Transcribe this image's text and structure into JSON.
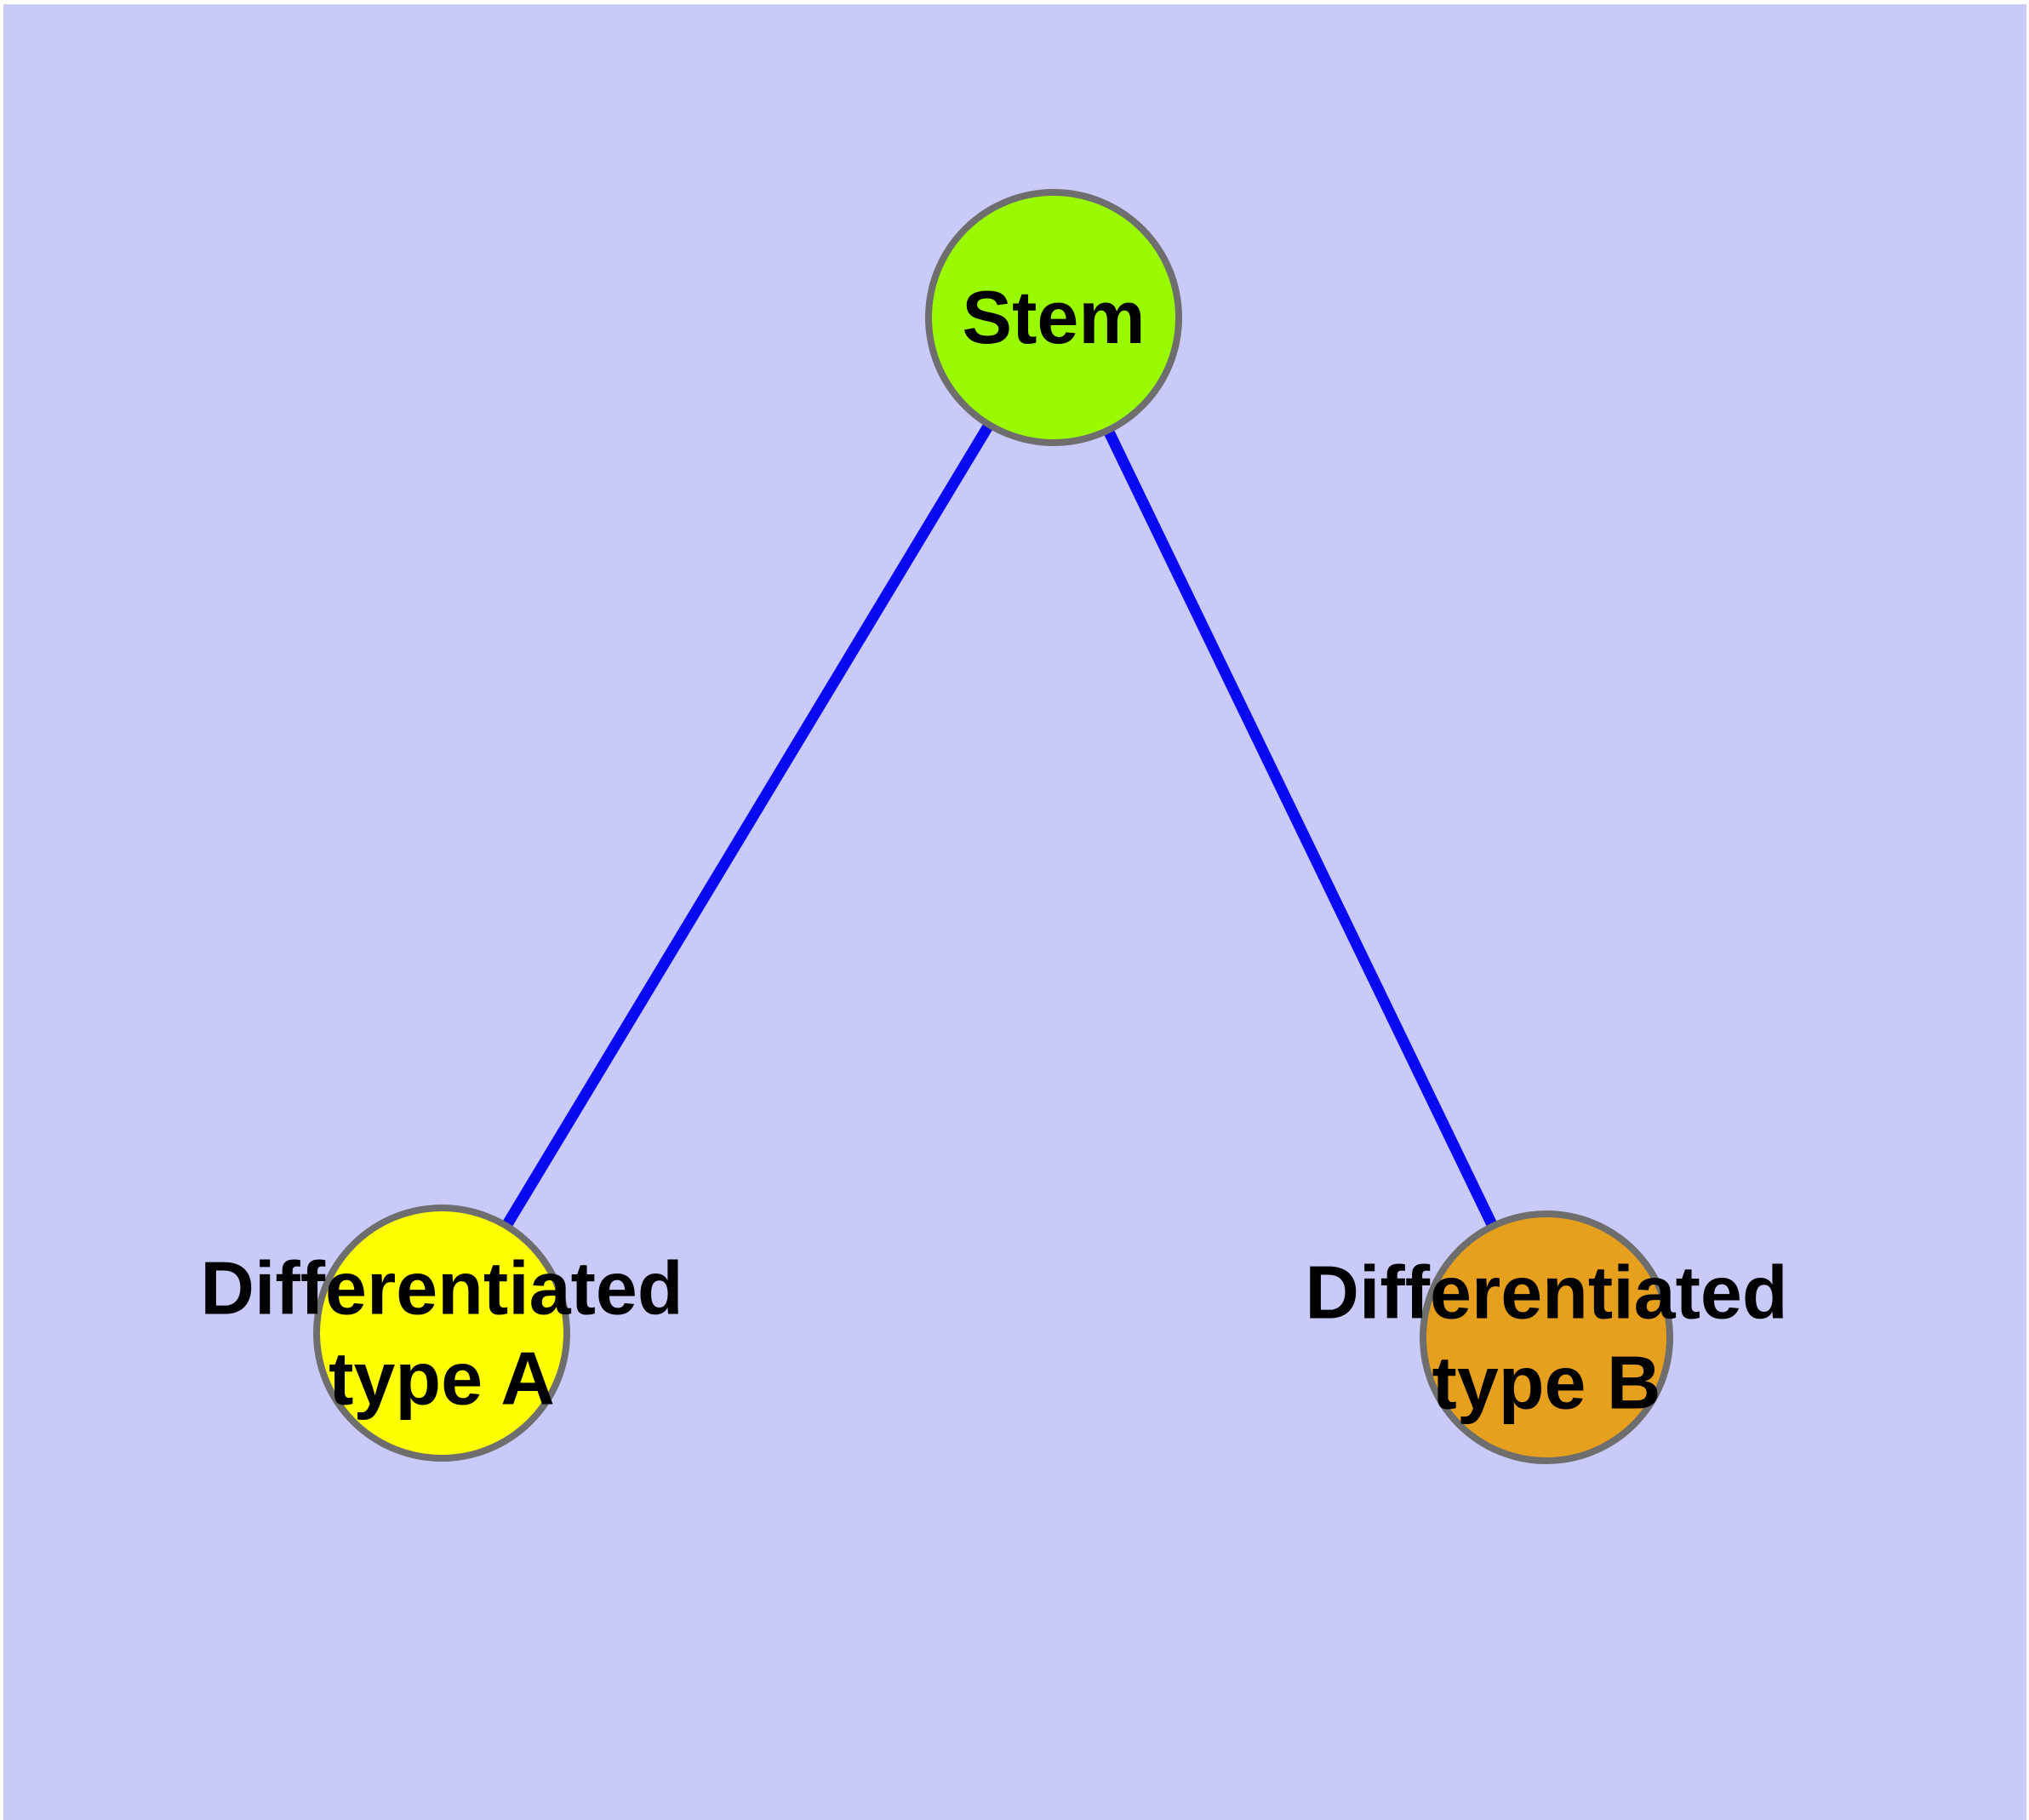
{
  "diagram": {
    "title": "",
    "background_color": "#CACAF8",
    "outer_border_color": "#FFFFFF",
    "node_border_color": "#6E6E6E",
    "edge_color": "#0909F2",
    "text_color": "#000000",
    "nodes": [
      {
        "id": "stem",
        "label": "Stem",
        "label_lines": [
          "Stem"
        ],
        "fill": "#9AFB00",
        "shape": "circle"
      },
      {
        "id": "differentiated-type-a",
        "label": "Differentiated type A",
        "label_lines": [
          "Differentiated",
          "type A"
        ],
        "fill": "#FFFF00",
        "shape": "circle"
      },
      {
        "id": "differentiated-type-b",
        "label": "Differentiated type B",
        "label_lines": [
          "Differentiated",
          "type B"
        ],
        "fill": "#E7A01E",
        "shape": "circle"
      }
    ],
    "edges": [
      {
        "from": "Stem",
        "to": "Differentiated type A",
        "style": "solid",
        "arrowhead": "none"
      },
      {
        "from": "Stem",
        "to": "Differentiated type B",
        "style": "solid",
        "arrowhead": "none"
      }
    ]
  }
}
